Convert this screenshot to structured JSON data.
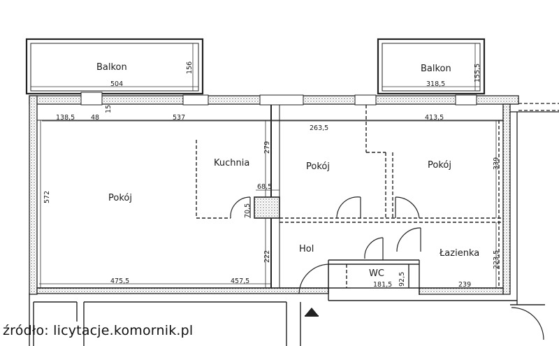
{
  "rooms": {
    "balkon_left": "Balkon",
    "balkon_right": "Balkon",
    "pokoj_large": "Pokój",
    "kuchnia": "Kuchnia",
    "pokoj_middle": "Pokój",
    "pokoj_right": "Pokój",
    "hol": "Hol",
    "wc": "WC",
    "lazienka": "Łazienka"
  },
  "dimensions": {
    "d156": "156",
    "d504": "504",
    "d1555": "155,5",
    "d3185": "318,5",
    "d1385": "138,5",
    "d48": "48",
    "d537": "537",
    "d2635": "263,5",
    "d4135": "413,5",
    "d279": "279",
    "d339": "339",
    "d572": "572",
    "d685": "68,5",
    "d705": "70,5",
    "d222": "222",
    "d2235": "223,5",
    "d4755": "475,5",
    "d4575": "457,5",
    "d1815": "181,5",
    "d925": "92,5",
    "d239": "239",
    "d15": "15"
  },
  "source": "źródło: licytacje.komornik.pl"
}
